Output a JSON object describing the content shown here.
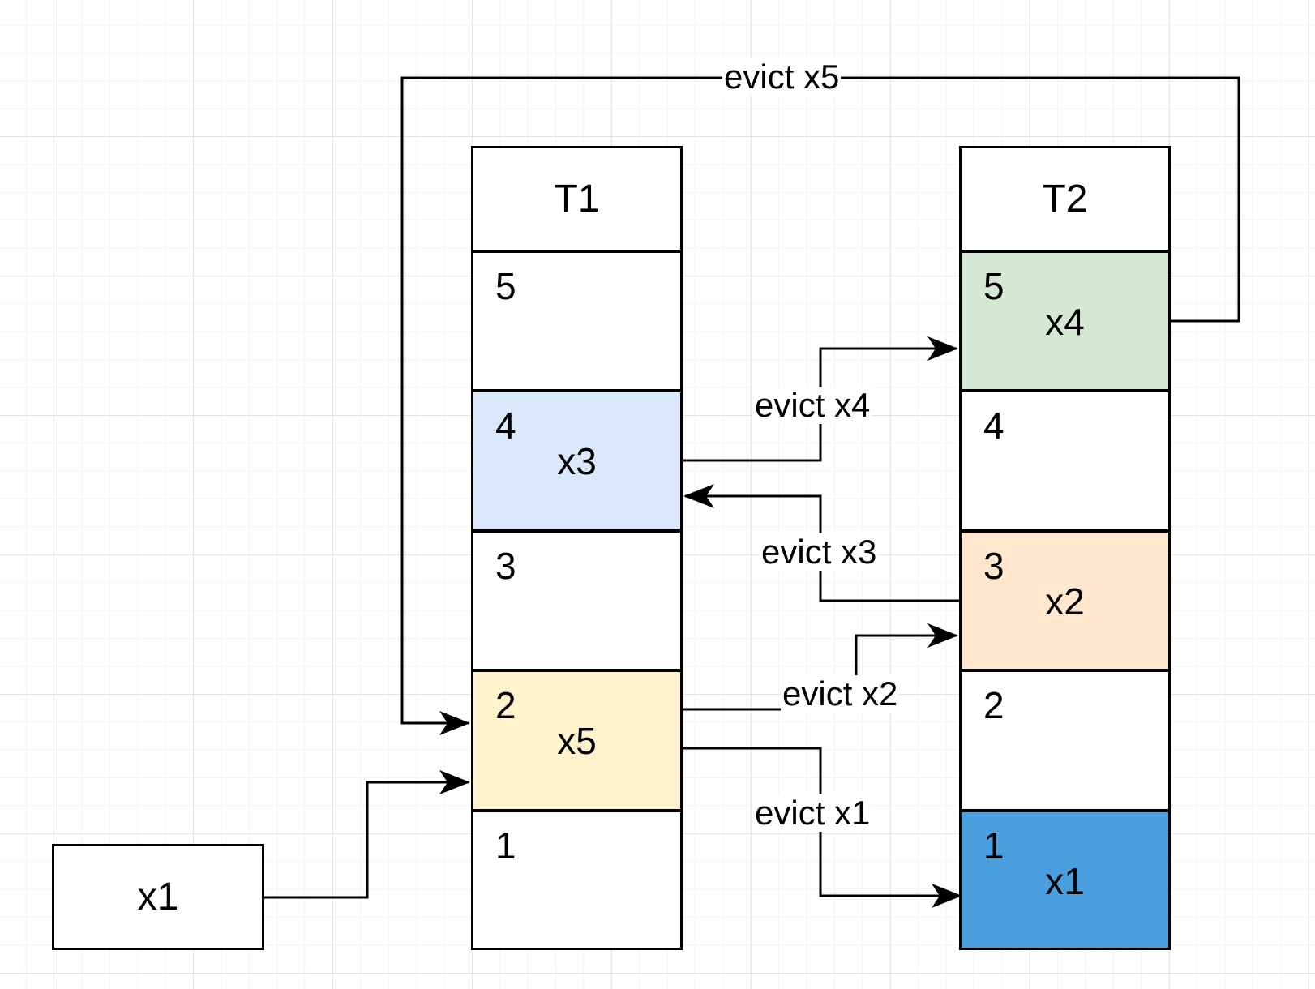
{
  "tables": [
    {
      "header": "T1",
      "slots": [
        {
          "num": "5",
          "value": "",
          "color": "#ffffff"
        },
        {
          "num": "4",
          "value": "x3",
          "color": "#dae8fc"
        },
        {
          "num": "3",
          "value": "",
          "color": "#ffffff"
        },
        {
          "num": "2",
          "value": "x5",
          "color": "#fff2cc"
        },
        {
          "num": "1",
          "value": "",
          "color": "#ffffff"
        }
      ]
    },
    {
      "header": "T2",
      "slots": [
        {
          "num": "5",
          "value": "x4",
          "color": "#d5e8d4"
        },
        {
          "num": "4",
          "value": "",
          "color": "#ffffff"
        },
        {
          "num": "3",
          "value": "x2",
          "color": "#ffe6cc"
        },
        {
          "num": "2",
          "value": "",
          "color": "#ffffff"
        },
        {
          "num": "1",
          "value": "x1",
          "color": "#4c9fdf"
        }
      ]
    }
  ],
  "input": {
    "label": "x1"
  },
  "edges": {
    "evict_x5": "evict x5",
    "evict_x4": "evict x4",
    "evict_x3": "evict x3",
    "evict_x2": "evict x2",
    "evict_x1": "evict x1"
  }
}
